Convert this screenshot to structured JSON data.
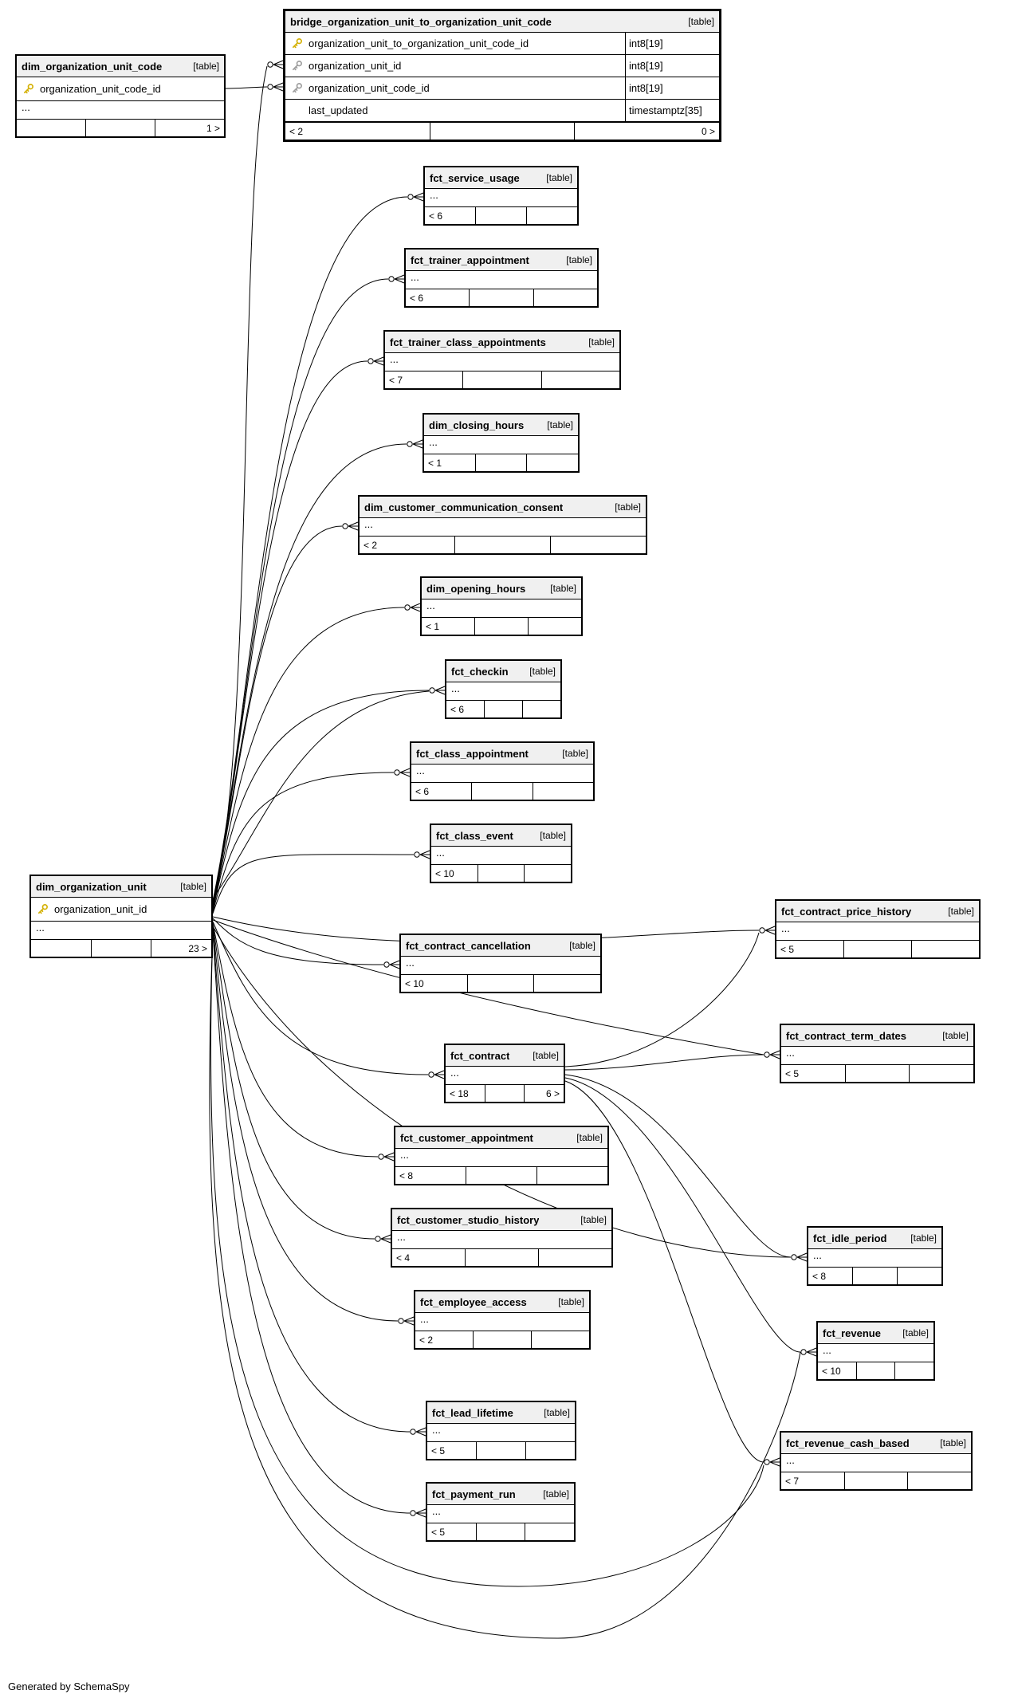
{
  "diagram": {
    "generated_by": "Generated by SchemaSpy"
  },
  "colors": {
    "pk_key": "#d4b106",
    "fk_key": "#9e9e9e",
    "header_bg": "#f0f0f0",
    "border": "#000000"
  },
  "tables": {
    "dim_org_code": {
      "name": "dim_organization_unit_code",
      "tag": "[table]",
      "columns": [
        {
          "name": "organization_unit_code_id",
          "icon": "key-icon-gold"
        }
      ],
      "ellipsis": "...",
      "left_count": "",
      "right_count": "1 >"
    },
    "bridge": {
      "name": "bridge_organization_unit_to_organization_unit_code",
      "tag": "[table]",
      "columns": [
        {
          "name": "organization_unit_to_organization_unit_code_id",
          "type": "int8[19]",
          "icon": "key-icon-gold"
        },
        {
          "name": "organization_unit_id",
          "type": "int8[19]",
          "icon": "key-icon-gray"
        },
        {
          "name": "organization_unit_code_id",
          "type": "int8[19]",
          "icon": "key-icon-gray"
        },
        {
          "name": "last_updated",
          "type": "timestamptz[35]",
          "icon": ""
        }
      ],
      "left_count": "< 2",
      "right_count": "0 >"
    },
    "dim_org": {
      "name": "dim_organization_unit",
      "tag": "[table]",
      "columns": [
        {
          "name": "organization_unit_id",
          "icon": "key-icon-gold"
        }
      ],
      "ellipsis": "...",
      "left_count": "",
      "right_count": "23 >"
    },
    "svc_usage": {
      "name": "fct_service_usage",
      "tag": "[table]",
      "ellipsis": "...",
      "left_count": "< 6",
      "right_count": ""
    },
    "trainer_appt": {
      "name": "fct_trainer_appointment",
      "tag": "[table]",
      "ellipsis": "...",
      "left_count": "< 6",
      "right_count": ""
    },
    "trainer_class": {
      "name": "fct_trainer_class_appointments",
      "tag": "[table]",
      "ellipsis": "...",
      "left_count": "< 7",
      "right_count": ""
    },
    "closing": {
      "name": "dim_closing_hours",
      "tag": "[table]",
      "ellipsis": "...",
      "left_count": "< 1",
      "right_count": ""
    },
    "consent": {
      "name": "dim_customer_communication_consent",
      "tag": "[table]",
      "ellipsis": "...",
      "left_count": "< 2",
      "right_count": ""
    },
    "opening": {
      "name": "dim_opening_hours",
      "tag": "[table]",
      "ellipsis": "...",
      "left_count": "< 1",
      "right_count": ""
    },
    "checkin": {
      "name": "fct_checkin",
      "tag": "[table]",
      "ellipsis": "...",
      "left_count": "< 6",
      "right_count": ""
    },
    "class_appt": {
      "name": "fct_class_appointment",
      "tag": "[table]",
      "ellipsis": "...",
      "left_count": "< 6",
      "right_count": ""
    },
    "class_event": {
      "name": "fct_class_event",
      "tag": "[table]",
      "ellipsis": "...",
      "left_count": "< 10",
      "right_count": ""
    },
    "price_hist": {
      "name": "fct_contract_price_history",
      "tag": "[table]",
      "ellipsis": "...",
      "left_count": "< 5",
      "right_count": ""
    },
    "cancel": {
      "name": "fct_contract_cancellation",
      "tag": "[table]",
      "ellipsis": "...",
      "left_count": "< 10",
      "right_count": ""
    },
    "term_dates": {
      "name": "fct_contract_term_dates",
      "tag": "[table]",
      "ellipsis": "...",
      "left_count": "< 5",
      "right_count": ""
    },
    "contract": {
      "name": "fct_contract",
      "tag": "[table]",
      "ellipsis": "...",
      "left_count": "< 18",
      "right_count": "6 >"
    },
    "cust_appt": {
      "name": "fct_customer_appointment",
      "tag": "[table]",
      "ellipsis": "...",
      "left_count": "< 8",
      "right_count": ""
    },
    "studio_hist": {
      "name": "fct_customer_studio_history",
      "tag": "[table]",
      "ellipsis": "...",
      "left_count": "< 4",
      "right_count": ""
    },
    "idle": {
      "name": "fct_idle_period",
      "tag": "[table]",
      "ellipsis": "...",
      "left_count": "< 8",
      "right_count": ""
    },
    "emp_access": {
      "name": "fct_employee_access",
      "tag": "[table]",
      "ellipsis": "...",
      "left_count": "< 2",
      "right_count": ""
    },
    "revenue": {
      "name": "fct_revenue",
      "tag": "[table]",
      "ellipsis": "...",
      "left_count": "< 10",
      "right_count": ""
    },
    "lead": {
      "name": "fct_lead_lifetime",
      "tag": "[table]",
      "ellipsis": "...",
      "left_count": "< 5",
      "right_count": ""
    },
    "cash": {
      "name": "fct_revenue_cash_based",
      "tag": "[table]",
      "ellipsis": "...",
      "left_count": "< 7",
      "right_count": ""
    },
    "payment": {
      "name": "fct_payment_run",
      "tag": "[table]",
      "ellipsis": "...",
      "left_count": "< 5",
      "right_count": ""
    }
  }
}
